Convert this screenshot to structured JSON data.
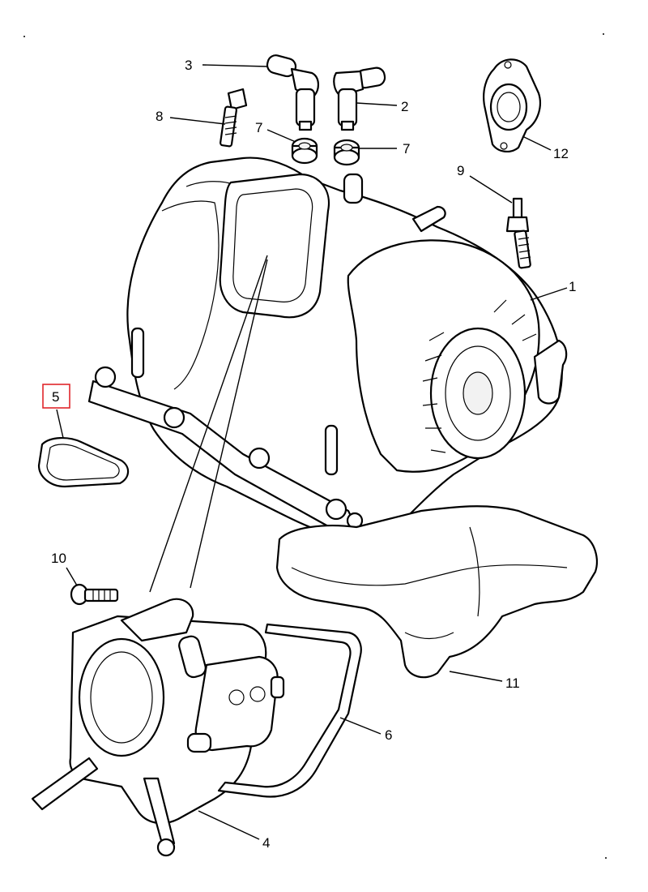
{
  "diagram": {
    "callouts": [
      {
        "id": "c1",
        "label": "1"
      },
      {
        "id": "c2",
        "label": "2"
      },
      {
        "id": "c3",
        "label": "3"
      },
      {
        "id": "c4",
        "label": "4"
      },
      {
        "id": "c5",
        "label": "5",
        "highlighted": true
      },
      {
        "id": "c6",
        "label": "6"
      },
      {
        "id": "c7a",
        "label": "7"
      },
      {
        "id": "c7b",
        "label": "7"
      },
      {
        "id": "c8",
        "label": "8"
      },
      {
        "id": "c9",
        "label": "9"
      },
      {
        "id": "c10",
        "label": "10"
      },
      {
        "id": "c11",
        "label": "11"
      },
      {
        "id": "c12",
        "label": "12"
      }
    ],
    "highlight_color": "#e0262b",
    "line_color": "#000000"
  }
}
